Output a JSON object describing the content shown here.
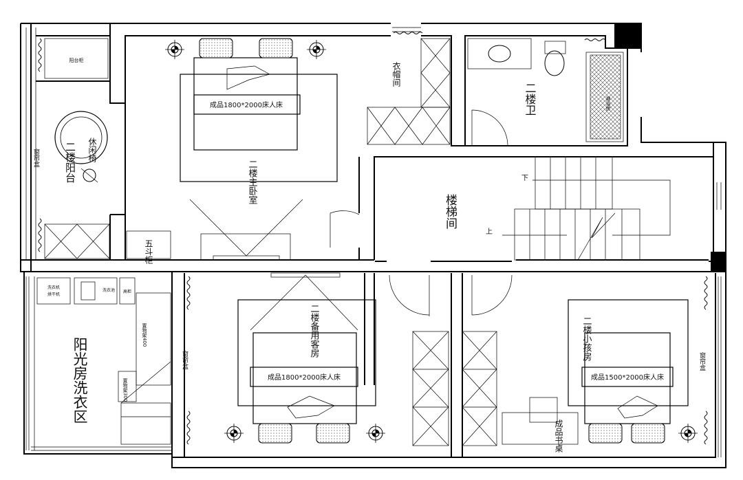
{
  "rooms": {
    "master_bedroom": "二楼主卧室",
    "guest_room": "二楼备用客房",
    "kids_room": "二楼小孩房",
    "bathroom": "二楼卫",
    "stairwell": "楼梯间",
    "balcony": "二楼阳台",
    "sunroom": "阳光房洗衣区",
    "cloakroom": "衣帽间"
  },
  "furniture": {
    "master_bed": "成品1800*2000床人床",
    "guest_bed": "成品1800*2000床人床",
    "kids_bed": "成品1500*2000床人床",
    "chest": "五斗柜",
    "desk": "成品书桌",
    "leisure_chair": "休闲椅",
    "shower": "淋浴房",
    "washer": "洗衣机",
    "dryer": "烘干机",
    "sink": "洗衣池",
    "tall_cabinet": "高柜",
    "balcony_cabinet": "阳台柜"
  },
  "notes": {
    "curtain_box": "窗帘盒",
    "up": "上",
    "down": "下",
    "shelf_a": "置物架400",
    "shelf_b": "置物架300"
  }
}
